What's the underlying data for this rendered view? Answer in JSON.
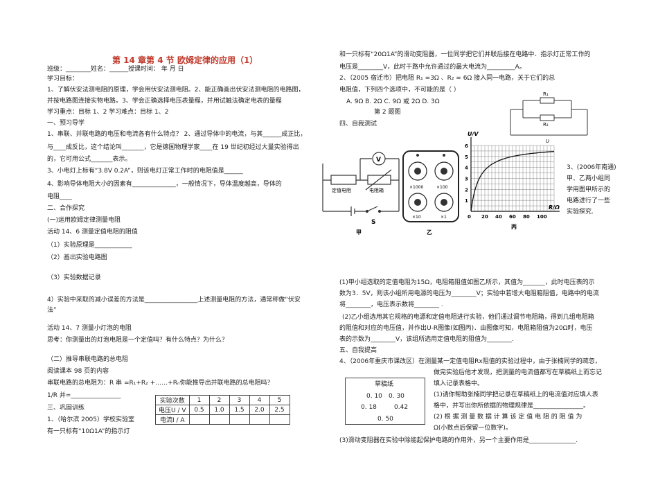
{
  "title": "第 14 章第 4 节    欧姆定律的应用（1）",
  "header": "班级：________姓名：______授课时间：  年  月  日",
  "left": {
    "l1": "学习目标：",
    "l2": "1、了解伏安法测电阻的原理，学会用伏安法测电阻。2、能正确画出伏安法测电阻的电路图，",
    "l3": "并按电路图连接实物电路。3、学会正确选择电压表量程，并用试触法确定电表的量程",
    "l4": "学习重点：目标 1、2    学习难点：目标 1、2",
    "l5": "一、预习导学",
    "l6": "1、串联、并联电路的电压和电流各有什么特点？   2、通过导体中的电流，与其______成正比，",
    "l7": "与____成反比，这个结论叫_______，它是德国物理学家____在 19 世纪初经过大量实验得出",
    "l8": "的，它可用公式_______表示。",
    "l9": "3、小电灯上标有“3.8V 0.2A”，则该电灯正常工作时的电阻值是______",
    "l10": "4、影响导体电阻大小的因素有______________，一般情况下，导体温度越高，导体的",
    "l11": "电阻____",
    "l12": "二、合作探究",
    "l13": "(一)运用欧姆定律测量电阻",
    "l14": "活动 14、6 测量定值电阻的阻值",
    "l15": "（1）实验原理是____________",
    "l16": "（2）画出实验电路图",
    "l17": "（3）实验数据记录",
    "l18": "4）实验中采取的减小误差的方法是_________________上述测量电阻的方法，通常称做“伏安",
    "l19": "法”",
    "l20": "活动 14、7 测量小灯泡的电阻",
    "l21": "思考：你测量出的灯泡电阻是一个定值吗？有什么特点？为什么？",
    "l22": "（二）推导串联电路的总电阻",
    "l23": "阅读课本 98 页的内容",
    "l24": "串联电路的总电阻为：R 串 =R₁+R₂ +……+Rₙ你能推导出并联电路的总电阻吗？",
    "l25": "1/R 并=________________",
    "l26": "三、巩固训练",
    "l27": "1、（哈尔滨 2005）学校实验室",
    "l28": "有一只标有“10Ω1A”的指示灯"
  },
  "table": {
    "header": [
      "实验次数",
      "1",
      "2",
      "3",
      "4",
      "5"
    ],
    "row1": [
      "电压U / V",
      "0.5",
      "1.0",
      "1.5",
      "2.0",
      "2.5"
    ],
    "row2": [
      "电流I / A",
      "",
      "",
      "",
      "",
      ""
    ]
  },
  "right": {
    "r1": "和一只标有“20Ω1A”的滑动变阻器，一位同学把它们并联后接在电路中．指示灯正常工作的",
    "r2": "电压是________V，此时干路中允许通过的最大电流为_________A。",
    "r3": "2、（2005 宿迁市）把电阻 R₁ =3Ω 、R₂ = 6Ω 接入同一电路，关于它们的总",
    "r4": "电阻值，下列四个选项中，不可能的是（      ）",
    "r5": "A. 9Ω        B. 2Ω        C. 9Ω 或 2Ω        D. 3Ω",
    "r6": "第 2 题图",
    "r7": "四、自我测试",
    "r8a": "3、(2006年南通)",
    "r8b": "甲、乙两小组同",
    "r8c": "学用图甲所示的",
    "r8d": "电路进行了一些",
    "r8e": "实验探究.",
    "r9": "(1)甲小组选取的定值电阻为15Ω，电阻箱阻值如图乙所示，其值为_______，此时电压表的示",
    "r10": "数为3．5V，则该小组所用电源的电压为________V；实验中若增大电阻箱阻值，电路中的电流",
    "r11": "将________，电压表示数将________ .",
    "r12": "(2)乙小组选用其它规格的电源和定值电阻进行实验，他们通过调节电阻箱，得到几组电阻箱",
    "r13": "的阻值和对应的电压值，并作出U-R图像(如图丙)．由图像可知，电阻箱阻值为20Ω时，电压",
    "r14": "表的示数为________V，该组所选用定值电阻的阻值为________.",
    "r15": "五、自我提高",
    "r16": "4、（2006年重庆市课改区）在测量某一定值电阻Rx阻值的实验过程中，由于张楠同学的疏忽，",
    "r17": "做完实验后他才发现，把测量的电流值都写在草稿纸上而忘记",
    "r18": "填入记录表格中。",
    "r19": "(1)请你帮助张楠同学把记录在草稿纸上的电流值对应填人表",
    "r20": "格中，并写出你所依据的物理规律是________________。",
    "r21": "(2) 根 据 测 量 数 据 计 算 该 定 值 电 阻 的 阻 值 为",
    "r22": "Ω(小数点后保留一位数字)。",
    "r23": "(3)滑动变阻器在实验中除能起保护电路的作用外，另一个主要作用是_______________."
  },
  "draft": {
    "title": "草稿纸",
    "v1": "0. 10",
    "v2": "0. 30",
    "v3": "0. 18",
    "v4": "0.42",
    "v5": "0. 50"
  },
  "circuit": {
    "fixed_r": "定值电阻",
    "box_r": "电阻箱",
    "v": "V",
    "s": "S",
    "jia": "甲",
    "yi": "乙",
    "x1000": "×1000",
    "x100": "×100",
    "x10": "×10",
    "x1": "×1"
  },
  "graph": {
    "ylabel": "U/V",
    "xlabel": "R/Ω",
    "bing": "丙",
    "yticks": [
      "6",
      "5",
      "4",
      "3",
      "2",
      "1"
    ],
    "xticks": [
      "0",
      "20",
      "40",
      "60",
      "80",
      "100"
    ]
  },
  "fig2": {
    "r1": "R₁",
    "r2": "R₂",
    "u": "U"
  }
}
